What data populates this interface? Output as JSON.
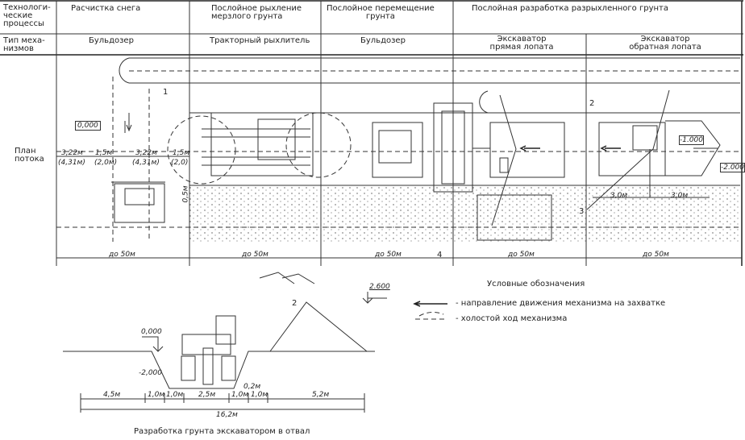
{
  "header": {
    "row1_label": "Технологи-\nческие\nпроцессы",
    "row2_label": "Тип меха-\nнизмов",
    "processes": [
      "Расчистка снега",
      "Послойное рыхление\nмерзлого грунта",
      "Послойное перемещение\nгрунта",
      "Послойная разработка разрыхленного грунта"
    ],
    "mechanisms": [
      "Бульдозер",
      "Тракторный рыхлитель",
      "Бульдозер",
      "Экскаватор\nпрямая лопата",
      "Экскаватор\nобратная лопата"
    ]
  },
  "plan": {
    "label": "План\nпотока",
    "elevation_0": "0,000",
    "elevation_m1": "-1.000",
    "elevation_m2": "-2.000",
    "dims": [
      "3,22м",
      "(4,31м)",
      "1,5м",
      "(2,0м)",
      "3,22м",
      "(4,31м)",
      "1,5м",
      "(2,0)",
      "0,5м",
      "3,0м",
      "3,0м"
    ],
    "sections": [
      "до 50м",
      "до 50м",
      "до 50м",
      "до 50м",
      "до 50м"
    ],
    "callouts": [
      "1",
      "2",
      "3",
      "4"
    ]
  },
  "section": {
    "elevation_top": "0,000",
    "elevation_bottom": "-2,000",
    "elevation_pile": "2.600",
    "callout": "2",
    "dims": [
      "4,5м",
      "1,0м",
      "1,0м",
      "2,5м",
      "1,0м",
      "1,0м",
      "5,2м",
      "0,2м"
    ],
    "total": "16,2м",
    "caption": "Разработка грунта экскаватором в отвал"
  },
  "legend": {
    "title": "Условные обозначения",
    "items": [
      "- направление движения механизма на захватке",
      "- холостой ход механизма"
    ]
  }
}
